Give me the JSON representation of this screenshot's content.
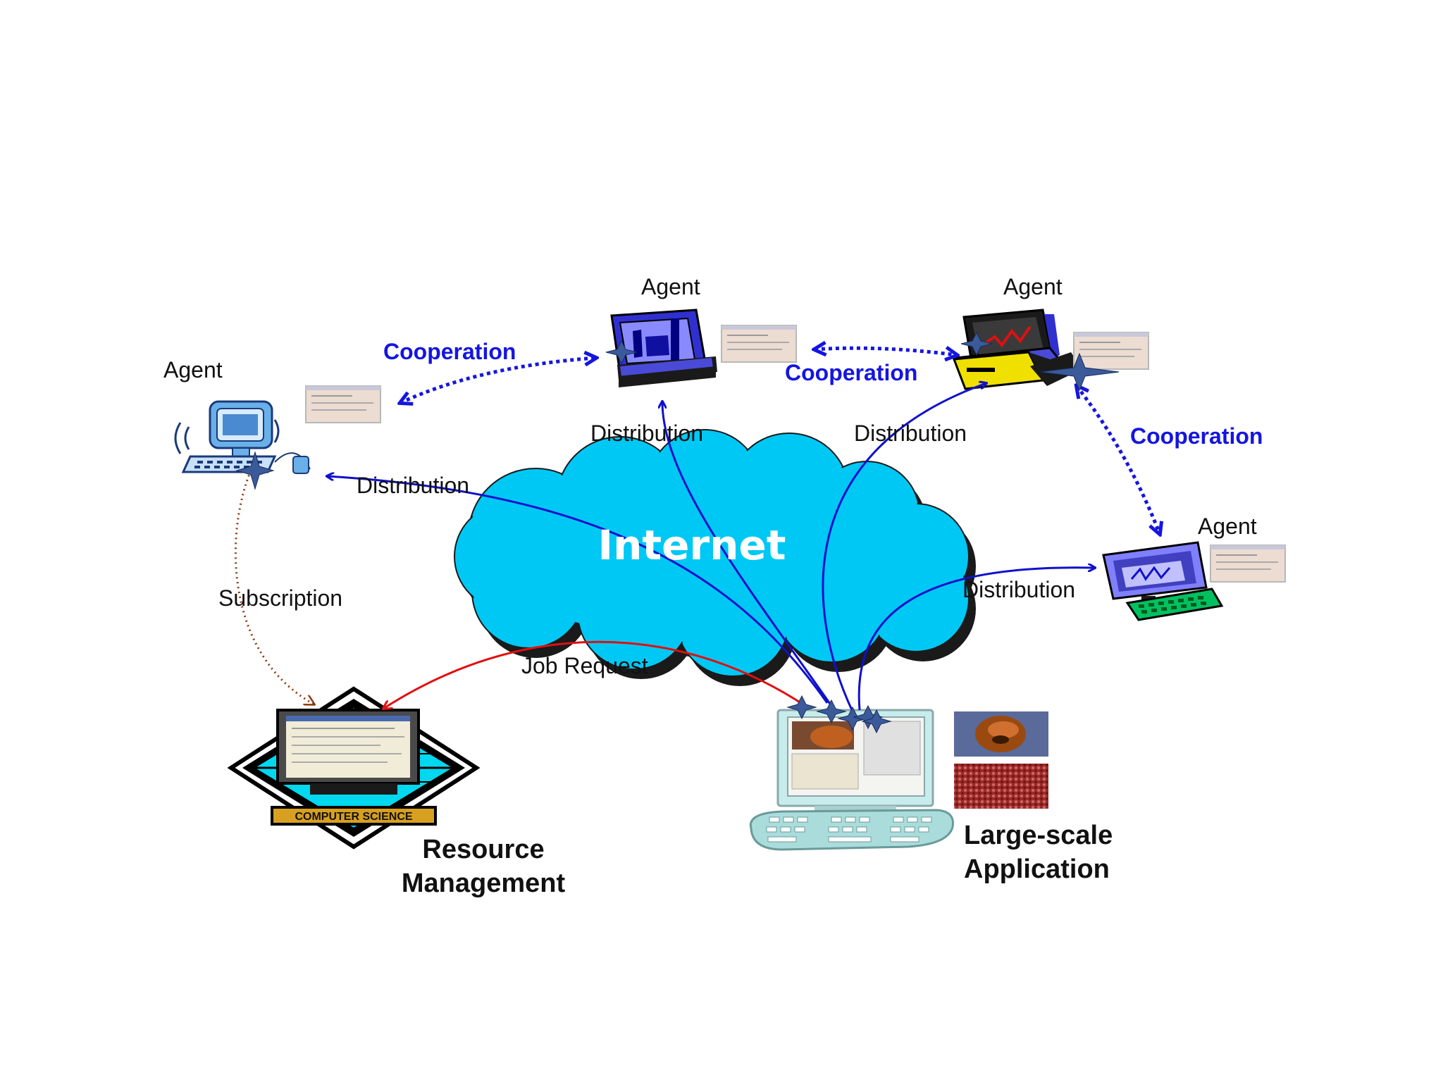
{
  "labels": {
    "agent": "Agent",
    "cooperation": "Cooperation",
    "distribution": "Distribution",
    "subscription": "Subscription",
    "job_request": "Job Request",
    "internet": "Internet",
    "resource_line1": "Resource",
    "resource_line2": "Management",
    "app_line1": "Large-scale",
    "app_line2": "Application",
    "badge": "COMPUTER SCIENCE"
  },
  "colors": {
    "cloud": "#00c8f5",
    "cloud_stroke": "#1a1a1a",
    "distribution_arrow": "#1010cc",
    "cooperation_arrow": "#1515e0",
    "job_request_arrow": "#e01010",
    "subscription_arrow": "#8a3a10",
    "star": "#3a5a9a"
  }
}
